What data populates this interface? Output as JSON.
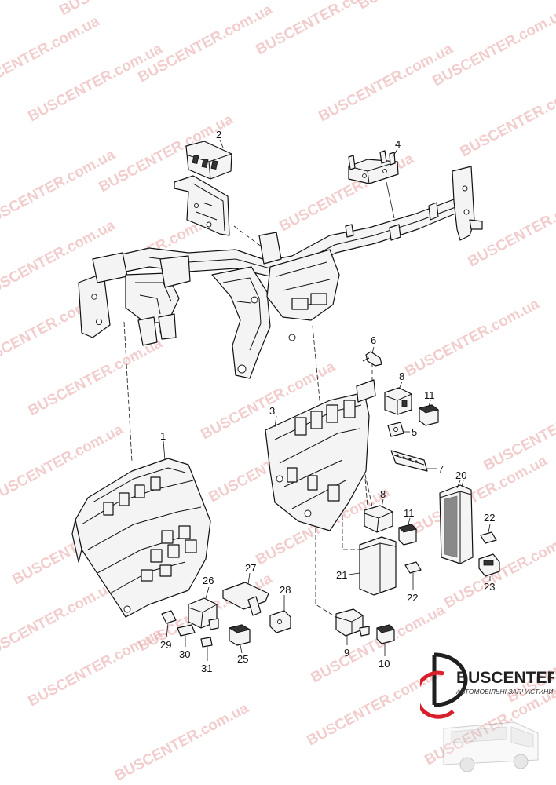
{
  "watermark": {
    "text": "BUSCENTER.com.ua",
    "color": "#e9a6a6"
  },
  "logo": {
    "brand": "BUSCENTER",
    "tagline": "АВТОМОБІЛЬНІ ЗАПЧАСТИНИ",
    "accent": "#d8202a"
  },
  "callouts": {
    "c1": "1",
    "c2": "2",
    "c3": "3",
    "c4": "4",
    "c5": "5",
    "c6": "6",
    "c7": "7",
    "c8a": "8",
    "c8b": "8",
    "c9": "9",
    "c10": "10",
    "c11a": "11",
    "c11b": "11",
    "c20": "20",
    "c21": "21",
    "c22a": "22",
    "c22b": "22",
    "c23": "23",
    "c25": "25",
    "c26": "26",
    "c27": "27",
    "c28": "28",
    "c29": "29",
    "c30": "30",
    "c31": "31"
  }
}
